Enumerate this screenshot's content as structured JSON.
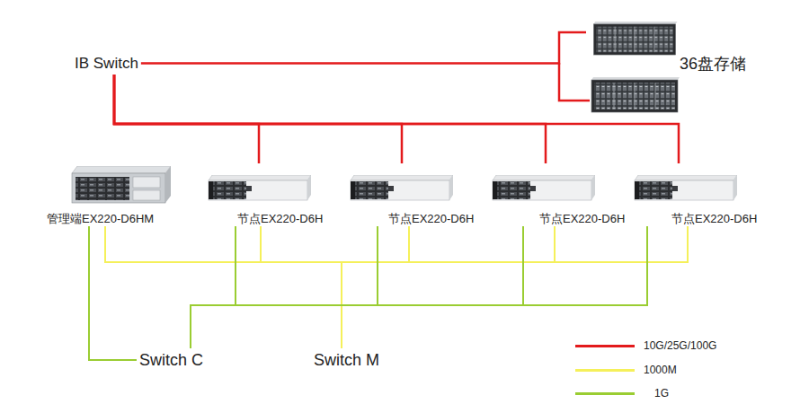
{
  "diagram": {
    "nodes": [
      {
        "text": [
          "IB Switch"
        ]
      },
      {
        "text": [
          "36盘存储"
        ]
      },
      {
        "text": [
          "管理端EX220-D6HM"
        ]
      },
      {
        "text": [
          "节点EX220-D6H"
        ]
      },
      {
        "text": [
          "节点EX220-D6H"
        ]
      },
      {
        "text": [
          "节点EX220-D6H"
        ]
      },
      {
        "text": [
          "节点EX220-D6H"
        ]
      },
      {
        "text": [
          "Switch C"
        ]
      },
      {
        "text": [
          "Switch M"
        ]
      }
    ],
    "edges": [
      {
        "from": 0,
        "to": 1,
        "arrow": "none"
      },
      {
        "from": 0,
        "to": 3,
        "arrow": "none"
      },
      {
        "from": 0,
        "to": 4,
        "arrow": "none"
      },
      {
        "from": 0,
        "to": 5,
        "arrow": "none"
      },
      {
        "from": 0,
        "to": 6,
        "arrow": "none"
      },
      {
        "from": 8,
        "to": 2,
        "arrow": "none"
      },
      {
        "from": 8,
        "to": 3,
        "arrow": "none"
      },
      {
        "from": 8,
        "to": 4,
        "arrow": "none"
      },
      {
        "from": 8,
        "to": 5,
        "arrow": "none"
      },
      {
        "from": 8,
        "to": 6,
        "arrow": "none"
      },
      {
        "from": 7,
        "to": 2,
        "arrow": "none"
      },
      {
        "from": 7,
        "to": 3,
        "arrow": "none"
      },
      {
        "from": 7,
        "to": 4,
        "arrow": "none"
      },
      {
        "from": 7,
        "to": 5,
        "arrow": "none"
      },
      {
        "from": 7,
        "to": 6,
        "arrow": "none"
      }
    ],
    "legend": [
      {
        "text": "10G/25G/100G",
        "color": "#e31a1c"
      },
      {
        "text": "1000M",
        "color": "#f5f05a"
      },
      {
        "text": "1G",
        "color": "#9acd32"
      }
    ]
  }
}
